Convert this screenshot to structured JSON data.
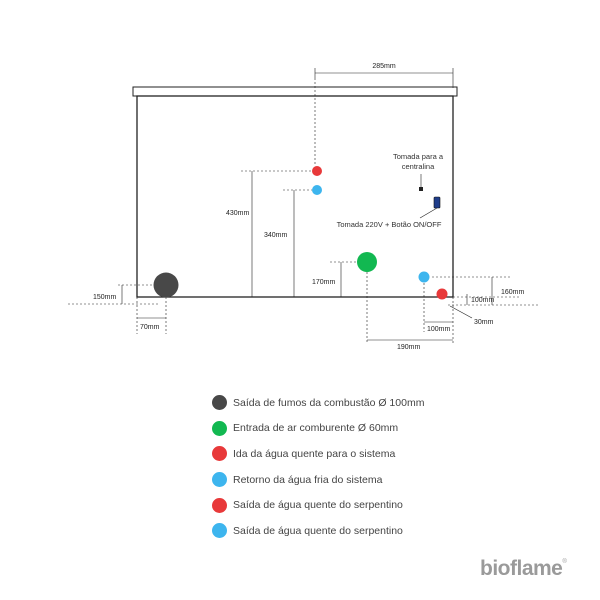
{
  "colors": {
    "dark": "#484848",
    "green": "#12b851",
    "red": "#e8393a",
    "blue": "#3db5ee",
    "brand": "#9a9a9a"
  },
  "dimensions": {
    "top_width": "285mm",
    "h_430": "430mm",
    "h_340": "340mm",
    "h_170": "170mm",
    "h_150": "150mm",
    "h_160": "160mm",
    "h_100": "100mm",
    "w_70": "70mm",
    "w_190": "190mm",
    "w_100": "100mm",
    "w_30": "30mm"
  },
  "notes": {
    "socket_line1": "Tomada para a",
    "socket_line2": "centralina",
    "switch": "Tomada 220V + Botão ON/OFF"
  },
  "legend": [
    {
      "label": "Saída de fumos da combustão Ø 100mm",
      "color": "#484848"
    },
    {
      "label": "Entrada de ar comburente Ø 60mm",
      "color": "#12b851"
    },
    {
      "label": "Ida da água quente para o sistema",
      "color": "#e8393a"
    },
    {
      "label": "Retorno da água fria do sistema",
      "color": "#3db5ee"
    },
    {
      "label": "Saída de água quente do serpentino",
      "color": "#e8393a"
    },
    {
      "label": "Saída de água quente do serpentino",
      "color": "#3db5ee"
    }
  ],
  "brand": {
    "name": "bioflame",
    "mark": "®"
  }
}
